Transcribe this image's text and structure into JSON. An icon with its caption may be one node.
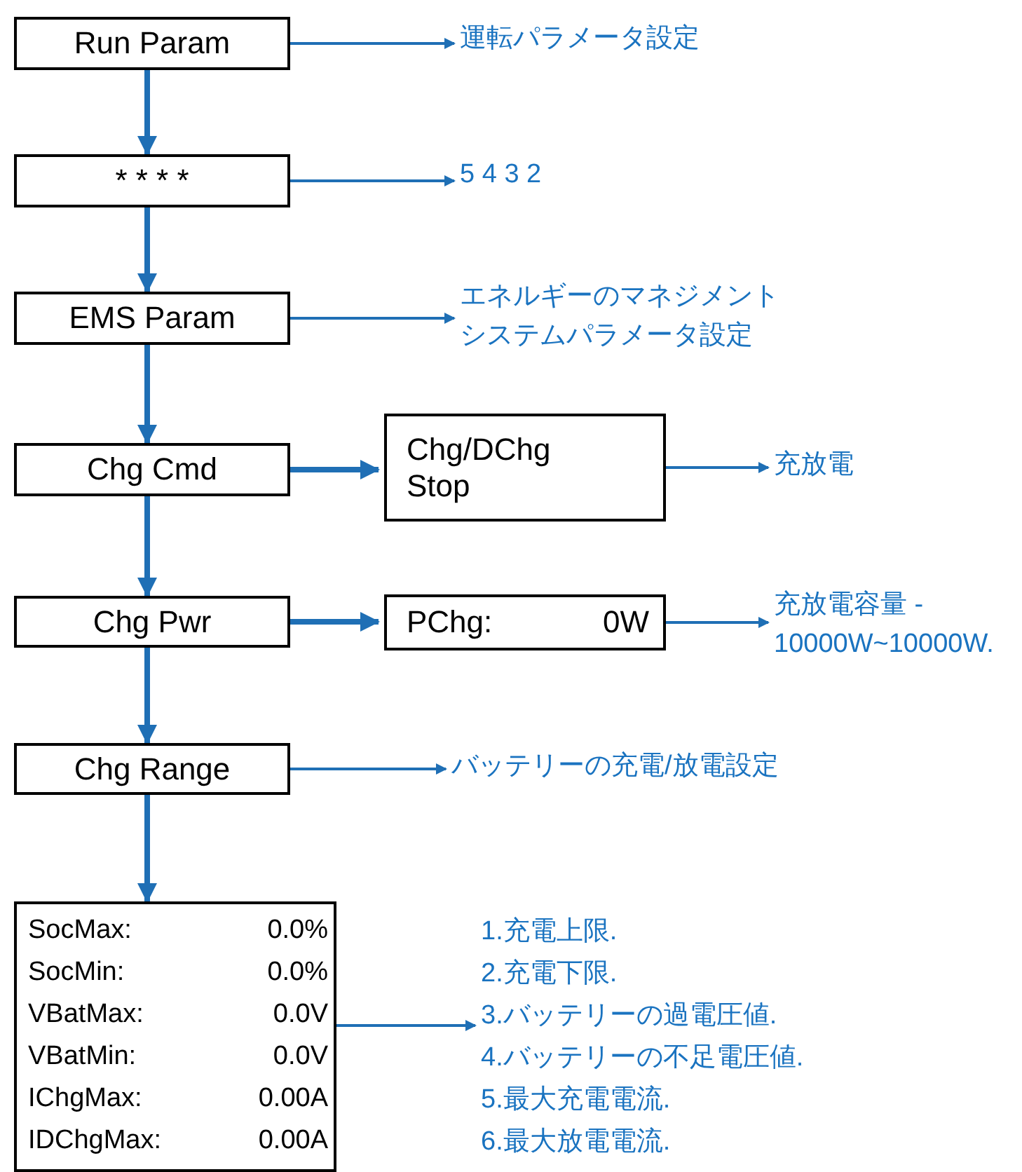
{
  "diagram": {
    "nodes": [
      {
        "text": [
          "Run Param"
        ]
      },
      {
        "text": [
          "運転パラメータ設定"
        ]
      },
      {
        "text": [
          "* * * *"
        ]
      },
      {
        "text": [
          "5 4 3 2"
        ]
      },
      {
        "text": [
          "EMS Param"
        ]
      },
      {
        "text": [
          "エネルギーのマネジメントシステムパラメータ設定"
        ]
      },
      {
        "text": [
          "Chg Cmd"
        ]
      },
      {
        "text": [
          "Chg/DChg",
          "Stop"
        ]
      },
      {
        "text": [
          "充放電"
        ]
      },
      {
        "text": [
          "Chg Pwr"
        ]
      },
      {
        "text": [
          "PChg:",
          "0W"
        ]
      },
      {
        "text": [
          "充放電容量 - 10000W~10000W."
        ]
      },
      {
        "text": [
          "Chg Range"
        ]
      },
      {
        "text": [
          "バッテリーの充電/放電設定"
        ]
      },
      {
        "text": [
          "SocMax:",
          "0.0%",
          "SocMin:",
          "0.0%",
          "VBatMax:",
          "0.0V",
          "VBatMin:",
          "0.0V",
          "IChgMax:",
          "0.00A",
          "IDChgMax:",
          "0.00A"
        ]
      },
      {
        "text": [
          "1.充電上限.",
          "2.充電下限.",
          "3.バッテリーの過電圧値.",
          "4.バッテリーの不足電圧値.",
          "5.最大充電電流.",
          "6.最大放電電流."
        ]
      }
    ],
    "edges": [
      {
        "from": 0,
        "to": 1,
        "arrow": "to"
      },
      {
        "from": 0,
        "to": 2,
        "arrow": "to"
      },
      {
        "from": 2,
        "to": 3,
        "arrow": "to"
      },
      {
        "from": 2,
        "to": 4,
        "arrow": "to"
      },
      {
        "from": 4,
        "to": 5,
        "arrow": "to"
      },
      {
        "from": 4,
        "to": 6,
        "arrow": "to"
      },
      {
        "from": 6,
        "to": 7,
        "arrow": "to"
      },
      {
        "from": 7,
        "to": 8,
        "arrow": "to"
      },
      {
        "from": 6,
        "to": 9,
        "arrow": "to"
      },
      {
        "from": 9,
        "to": 10,
        "arrow": "to"
      },
      {
        "from": 10,
        "to": 11,
        "arrow": "to"
      },
      {
        "from": 9,
        "to": 12,
        "arrow": "to"
      },
      {
        "from": 12,
        "to": 13,
        "arrow": "to"
      },
      {
        "from": 12,
        "to": 14,
        "arrow": "to"
      },
      {
        "from": 14,
        "to": 15,
        "arrow": "to"
      }
    ]
  }
}
